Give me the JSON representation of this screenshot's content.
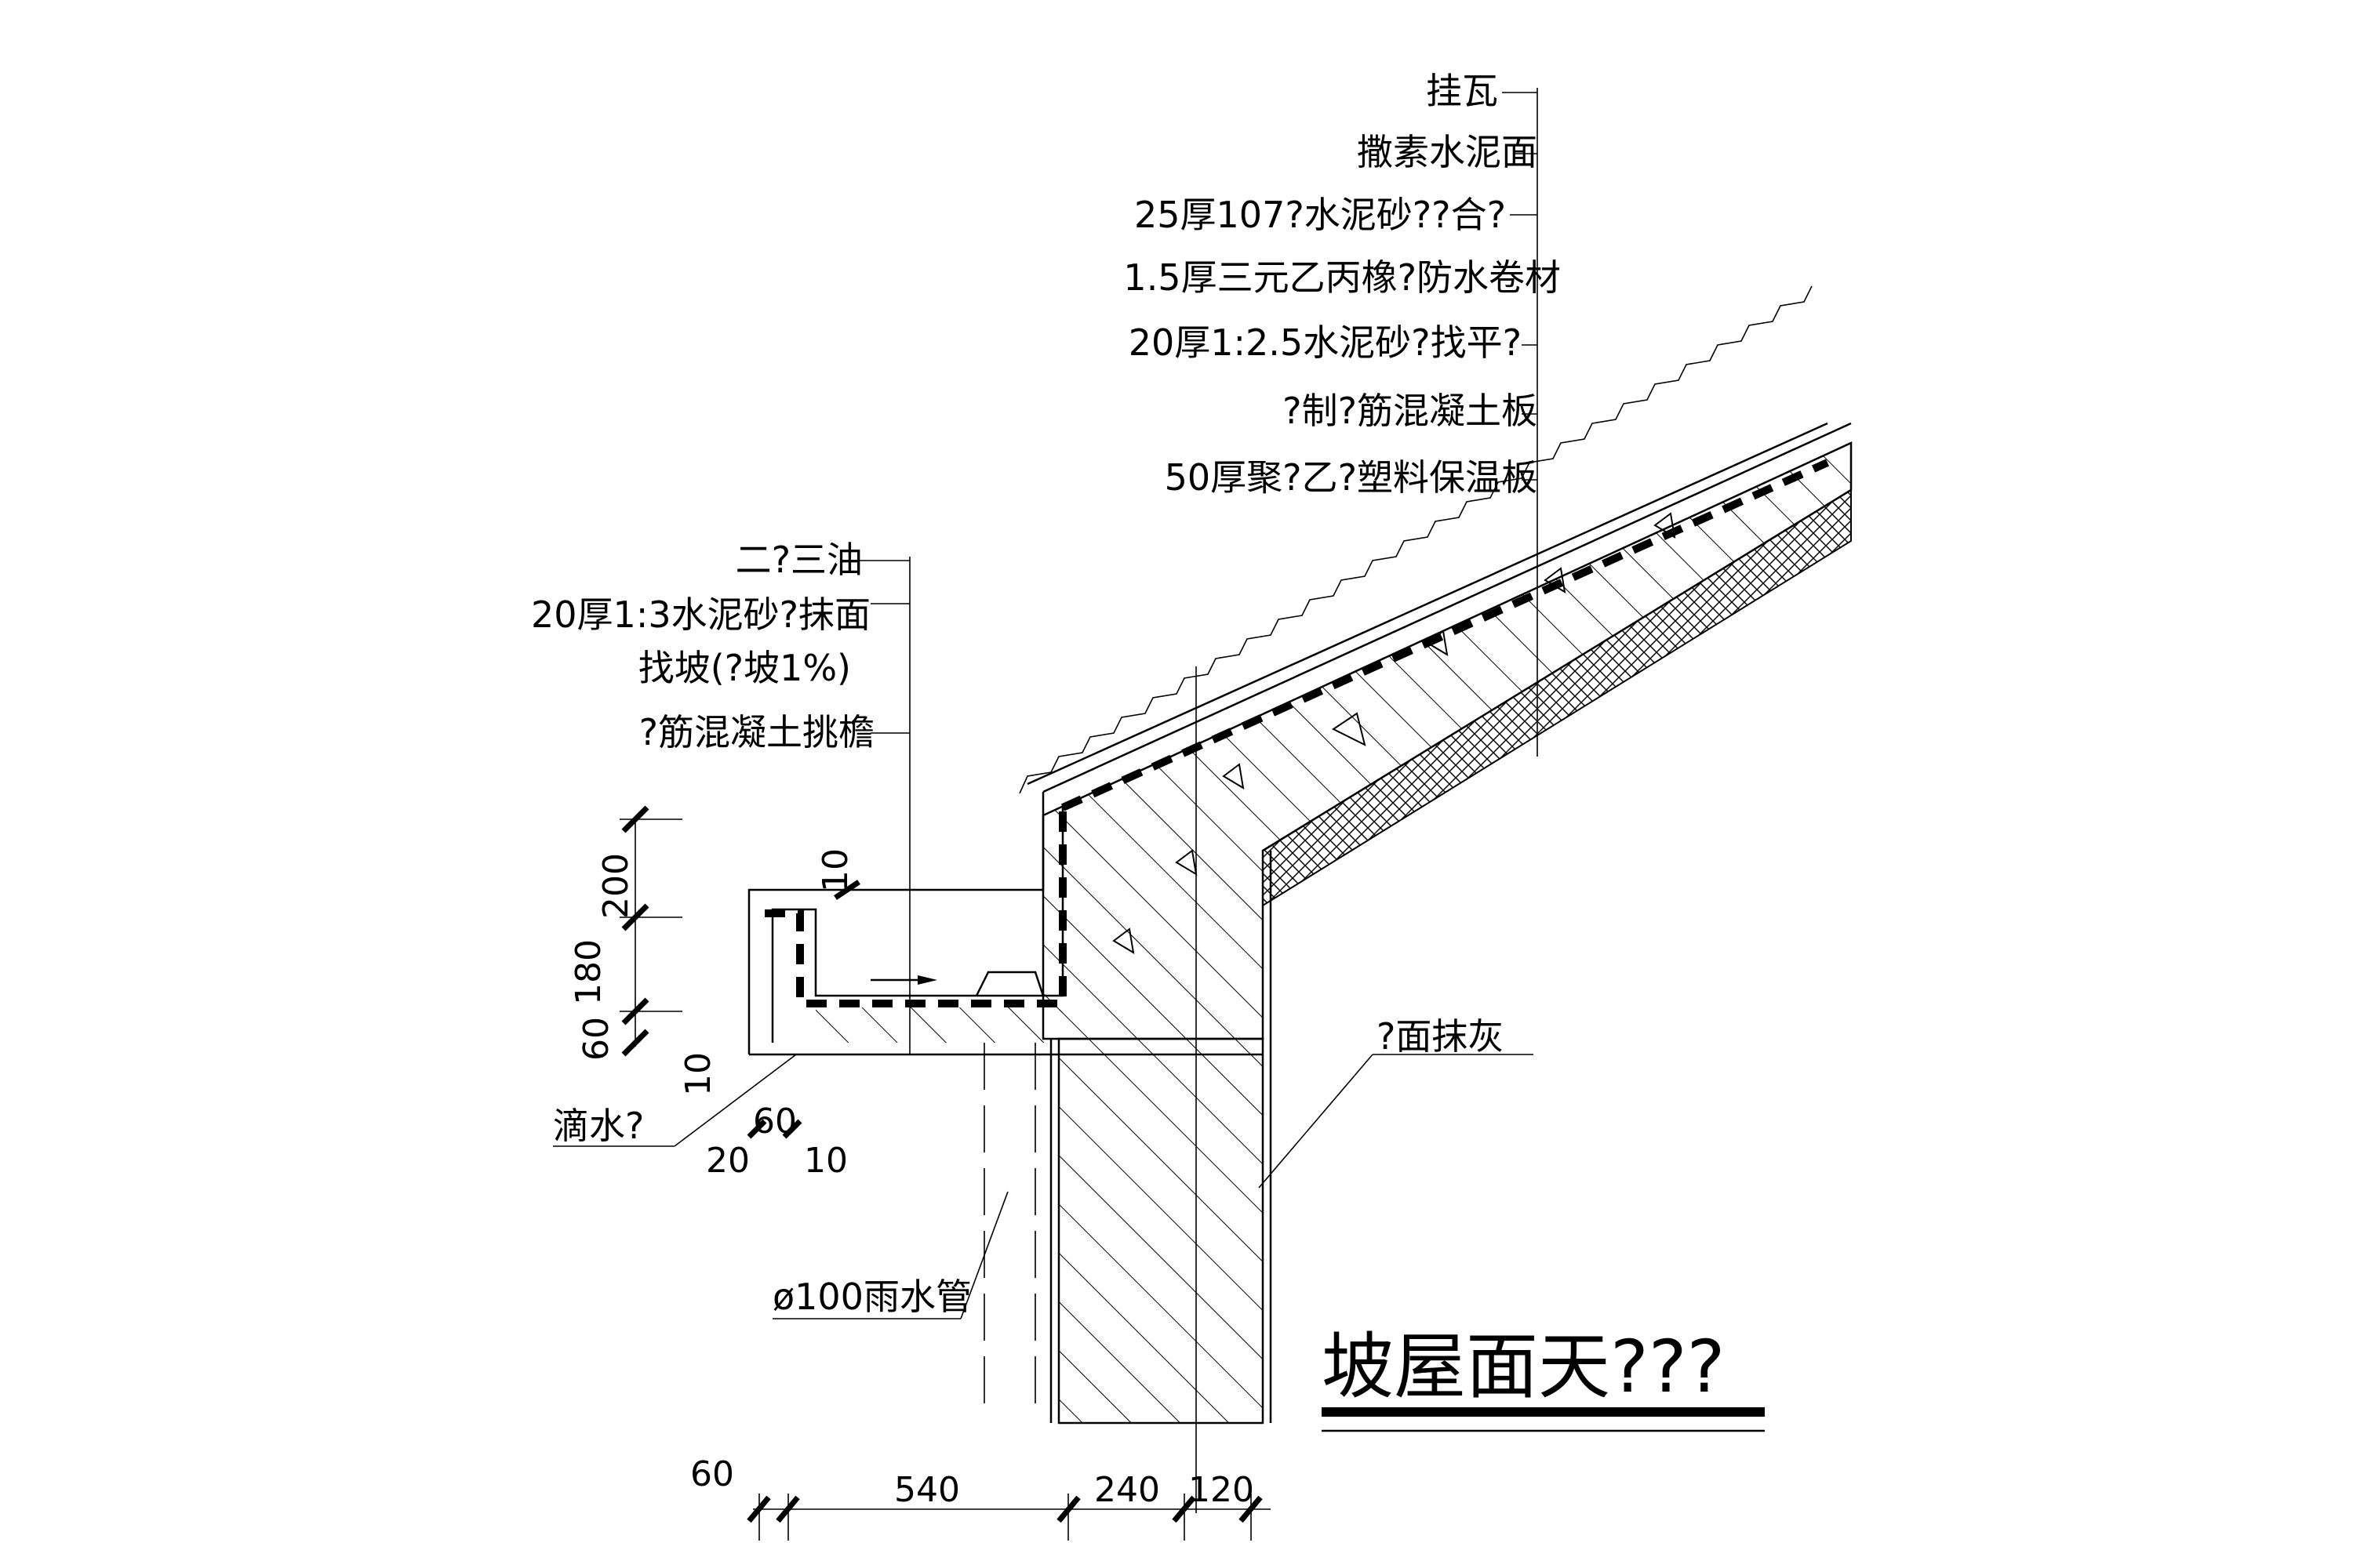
{
  "roof_layers": [
    "挂瓦",
    "撒素水泥面",
    "25厚107?水泥砂??合?",
    "1.5厚三元乙丙橡?防水卷材",
    "20厚1:2.5水泥砂?找平?",
    "?制?筋混凝土板",
    "50厚聚?乙?塑料保温板"
  ],
  "gutter_layers": [
    "二?三油",
    "20厚1:3水泥砂?抹面",
    "找坡(?坡1%)",
    "?筋混凝土挑檐"
  ],
  "wall_finish_label": "?面抹灰",
  "drip_label": "滴水?",
  "pipe_label": "ø100雨水管",
  "vertical_dims": [
    "200",
    "180",
    "60",
    "10"
  ],
  "gutter_dim": "10",
  "drip_dims": [
    "60",
    "20",
    "10"
  ],
  "bottom_dims": [
    "60",
    "540",
    "240",
    "120"
  ],
  "title": "坡屋面天???"
}
